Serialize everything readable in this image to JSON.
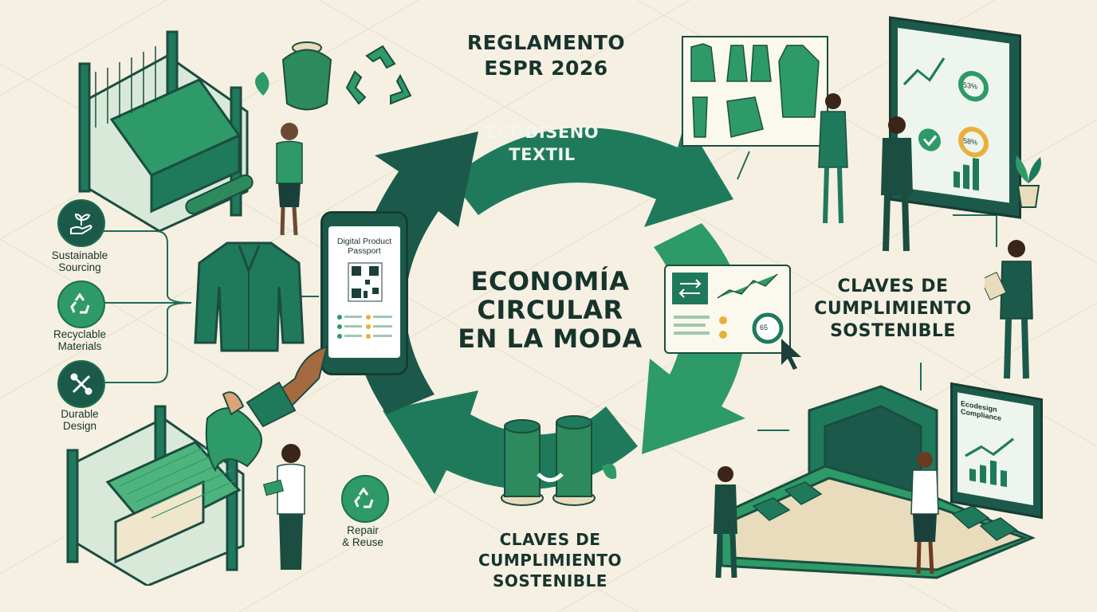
{
  "header": {
    "line1": "REGLAMENTO",
    "line2": "ESPR 2026"
  },
  "arc_top": {
    "line1": "ECODISEÑO",
    "line2": "TEXTIL"
  },
  "center": {
    "line1": "ECONOMÍA",
    "line2": "CIRCULAR",
    "line3": "EN LA MODA"
  },
  "right_block": {
    "line1": "CLAVES DE",
    "line2": "CUMPLIMIENTO",
    "line3": "SOSTENIBLE"
  },
  "bottom_block": {
    "line1": "CLAVES DE",
    "line2": "CUMPLIMIENTO",
    "line3": "SOSTENIBLE"
  },
  "features": [
    {
      "line1": "Sustainable",
      "line2": "Sourcing",
      "icon": "hand-plant-icon"
    },
    {
      "line1": "Recyclable",
      "line2": "Materials",
      "icon": "recycle-icon"
    },
    {
      "line1": "Durable",
      "line2": "Design",
      "icon": "tools-icon"
    }
  ],
  "repair": {
    "line1": "Repair",
    "line2": "& Reuse",
    "icon": "recycle-icon"
  },
  "phone": {
    "line1": "Digital Product",
    "line2": "Passport"
  },
  "dashboard": {
    "gauge1": "53%",
    "gauge2": "58%"
  },
  "analytics_gauge": "65",
  "compliance_screen": {
    "line1": "Ecodesign Compliance"
  },
  "colors": {
    "dark_green": "#1b5a4a",
    "mid_green": "#1f7a5c",
    "bright_green": "#2d9a68",
    "light_green": "#4fb37e",
    "background": "#f5f0e2",
    "accent_yellow": "#e8b13a"
  }
}
